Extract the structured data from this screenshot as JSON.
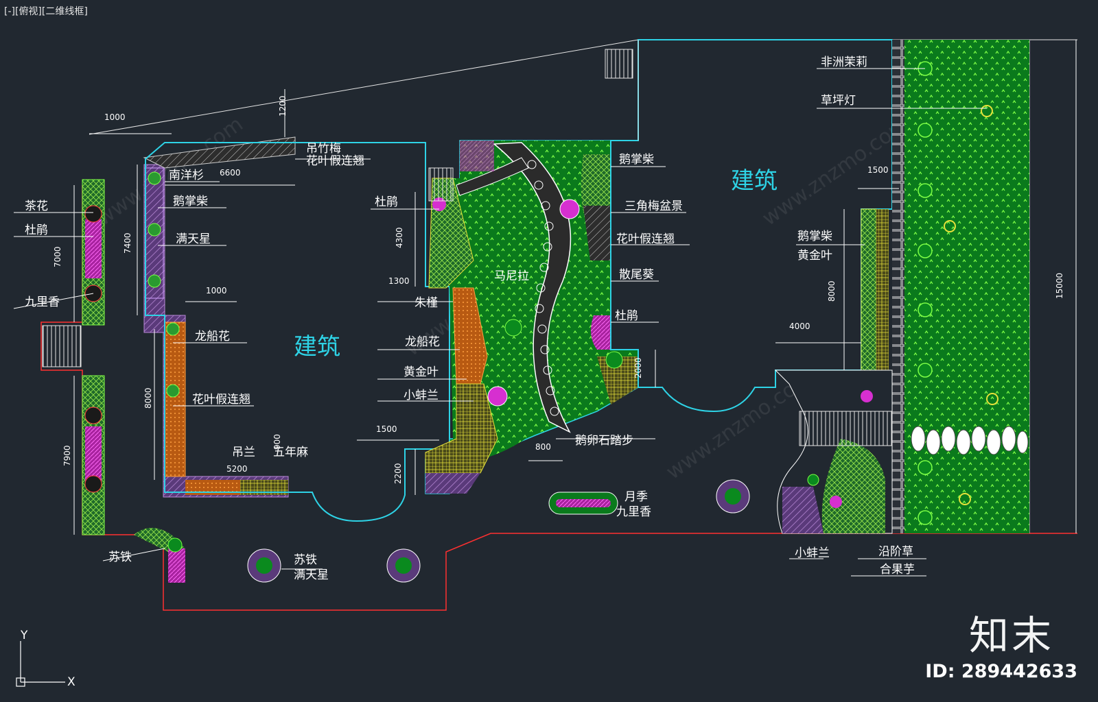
{
  "viewport_label": "[-][俯视][二维线框]",
  "buildings": [
    "建筑",
    "建筑"
  ],
  "plant_labels": {
    "chahua": "茶花",
    "dujuan": "杜鹃",
    "jiulixiang": "九里香",
    "nanyangshan": "南洋杉",
    "ezhangchai": "鹅掌柴",
    "mantianxing": "满天星",
    "longchuanhua": "龙船花",
    "huaye_jialianqiao": "花叶假连翘",
    "diaolan": "吊兰",
    "wunianma": "五年麻",
    "sutie": "苏铁",
    "sutie_mantianxing_a": "苏铁",
    "sutie_mantianxing_b": "满天星",
    "diaozhumei": "吊竹梅",
    "huaye_jialianqiao_top": "花叶假连翘",
    "dujuan_mid": "杜鹃",
    "zhujin": "朱槿",
    "longchuanhua_mid": "龙船花",
    "huangjinye_mid": "黄金叶",
    "xiaobanlan_mid": "小蚌兰",
    "manila": "马尼拉",
    "ezhangchai_right": "鹅掌柴",
    "sanjiaomei": "三角梅盆景",
    "huaye_jialianqiao_right": "花叶假连翘",
    "sanweikui": "散尾葵",
    "dujuan_right": "杜鹃",
    "eluanshi": "鹅卵石踏步",
    "yueji": "月季",
    "jiulixiang_bottom": "九里香",
    "feizhou_moli": "非洲茉莉",
    "caopingdeng": "草坪灯",
    "ezhangchai_far": "鹅掌柴",
    "huangjinye_far": "黄金叶",
    "xiaobanlan_bottom": "小蚌兰",
    "yanjiecao": "沿阶草",
    "heguoyu": "合果芋"
  },
  "dimensions": {
    "d1000_top": "1000",
    "d1200": "1200",
    "d6600": "6600",
    "d7000": "7000",
    "d7400": "7400",
    "d1000_mid": "1000",
    "d8000_left": "8000",
    "d7900": "7900",
    "d5200": "5200",
    "d900": "900",
    "d4300": "4300",
    "d1300": "1300",
    "d1500_mid": "1500",
    "d2200": "2200",
    "d800": "800",
    "d2000": "2000",
    "d1500_right": "1500",
    "d8000_right": "8000",
    "d4000": "4000",
    "d15000": "15000"
  },
  "axis": {
    "y": "Y",
    "x": "X"
  },
  "watermark": {
    "logo": "知末",
    "id": "ID: 289442633"
  },
  "colors": {
    "background": "#212830",
    "building_outline": "#2ed3e6",
    "lawn": "#0a8a1e",
    "grass_dots": "#7dff46",
    "magenta": "#d62fd0",
    "purple": "#8a5aa8",
    "orange": "#e27d1f",
    "yellow": "#e6e13a",
    "boundary_red": "#ff3030"
  }
}
